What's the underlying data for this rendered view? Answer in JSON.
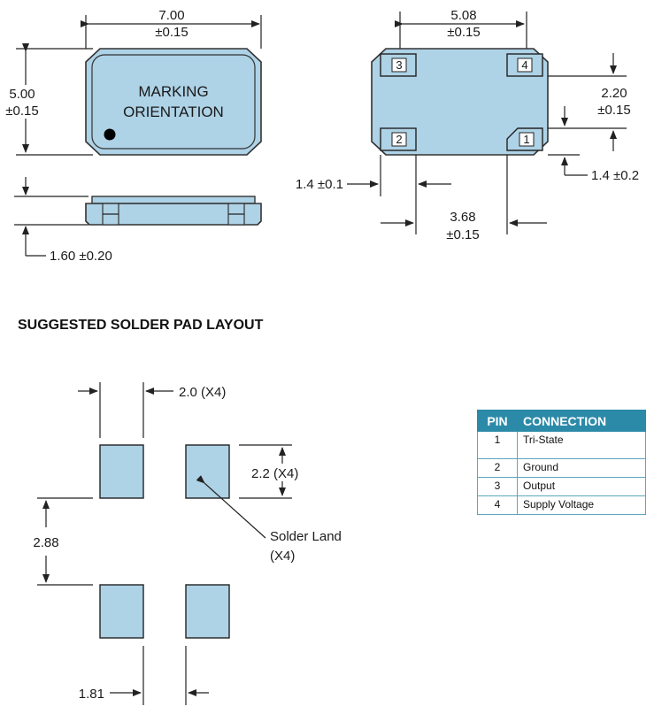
{
  "top_view": {
    "width_value": "7.00",
    "width_tol": "±0.15",
    "height_value": "5.00",
    "height_tol": "±0.15",
    "marking_line1": "MARKING",
    "marking_line2": "ORIENTATION",
    "thickness": "1.60 ±0.20"
  },
  "bottom_view": {
    "pitch_value": "5.08",
    "pitch_tol": "±0.15",
    "pad_height_value": "2.20",
    "pad_height_tol": "±0.15",
    "pad_width_left": "1.4 ±0.1",
    "pad_gap_right": "1.4 ±0.2",
    "inner_value": "3.68",
    "inner_tol": "±0.15",
    "pins": [
      "1",
      "2",
      "3",
      "4"
    ]
  },
  "solder_section": {
    "heading": "SUGGESTED SOLDER PAD LAYOUT",
    "pad_width": "2.0 (X4)",
    "pad_height": "2.2 (X4)",
    "vertical_gap": "2.88",
    "horizontal_gap": "1.81",
    "land_line1": "Solder Land",
    "land_line2": "(X4)"
  },
  "pin_table": {
    "headers": [
      "PIN",
      "CONNECTION"
    ],
    "rows": [
      {
        "pin": "1",
        "connection": "Tri-State"
      },
      {
        "pin": "2",
        "connection": "Ground"
      },
      {
        "pin": "3",
        "connection": "Output"
      },
      {
        "pin": "4",
        "connection": "Supply Voltage"
      }
    ]
  },
  "colors": {
    "package_fill": "#aed2e6",
    "table_header": "#2b8aa8",
    "table_border": "#5da6bd"
  }
}
